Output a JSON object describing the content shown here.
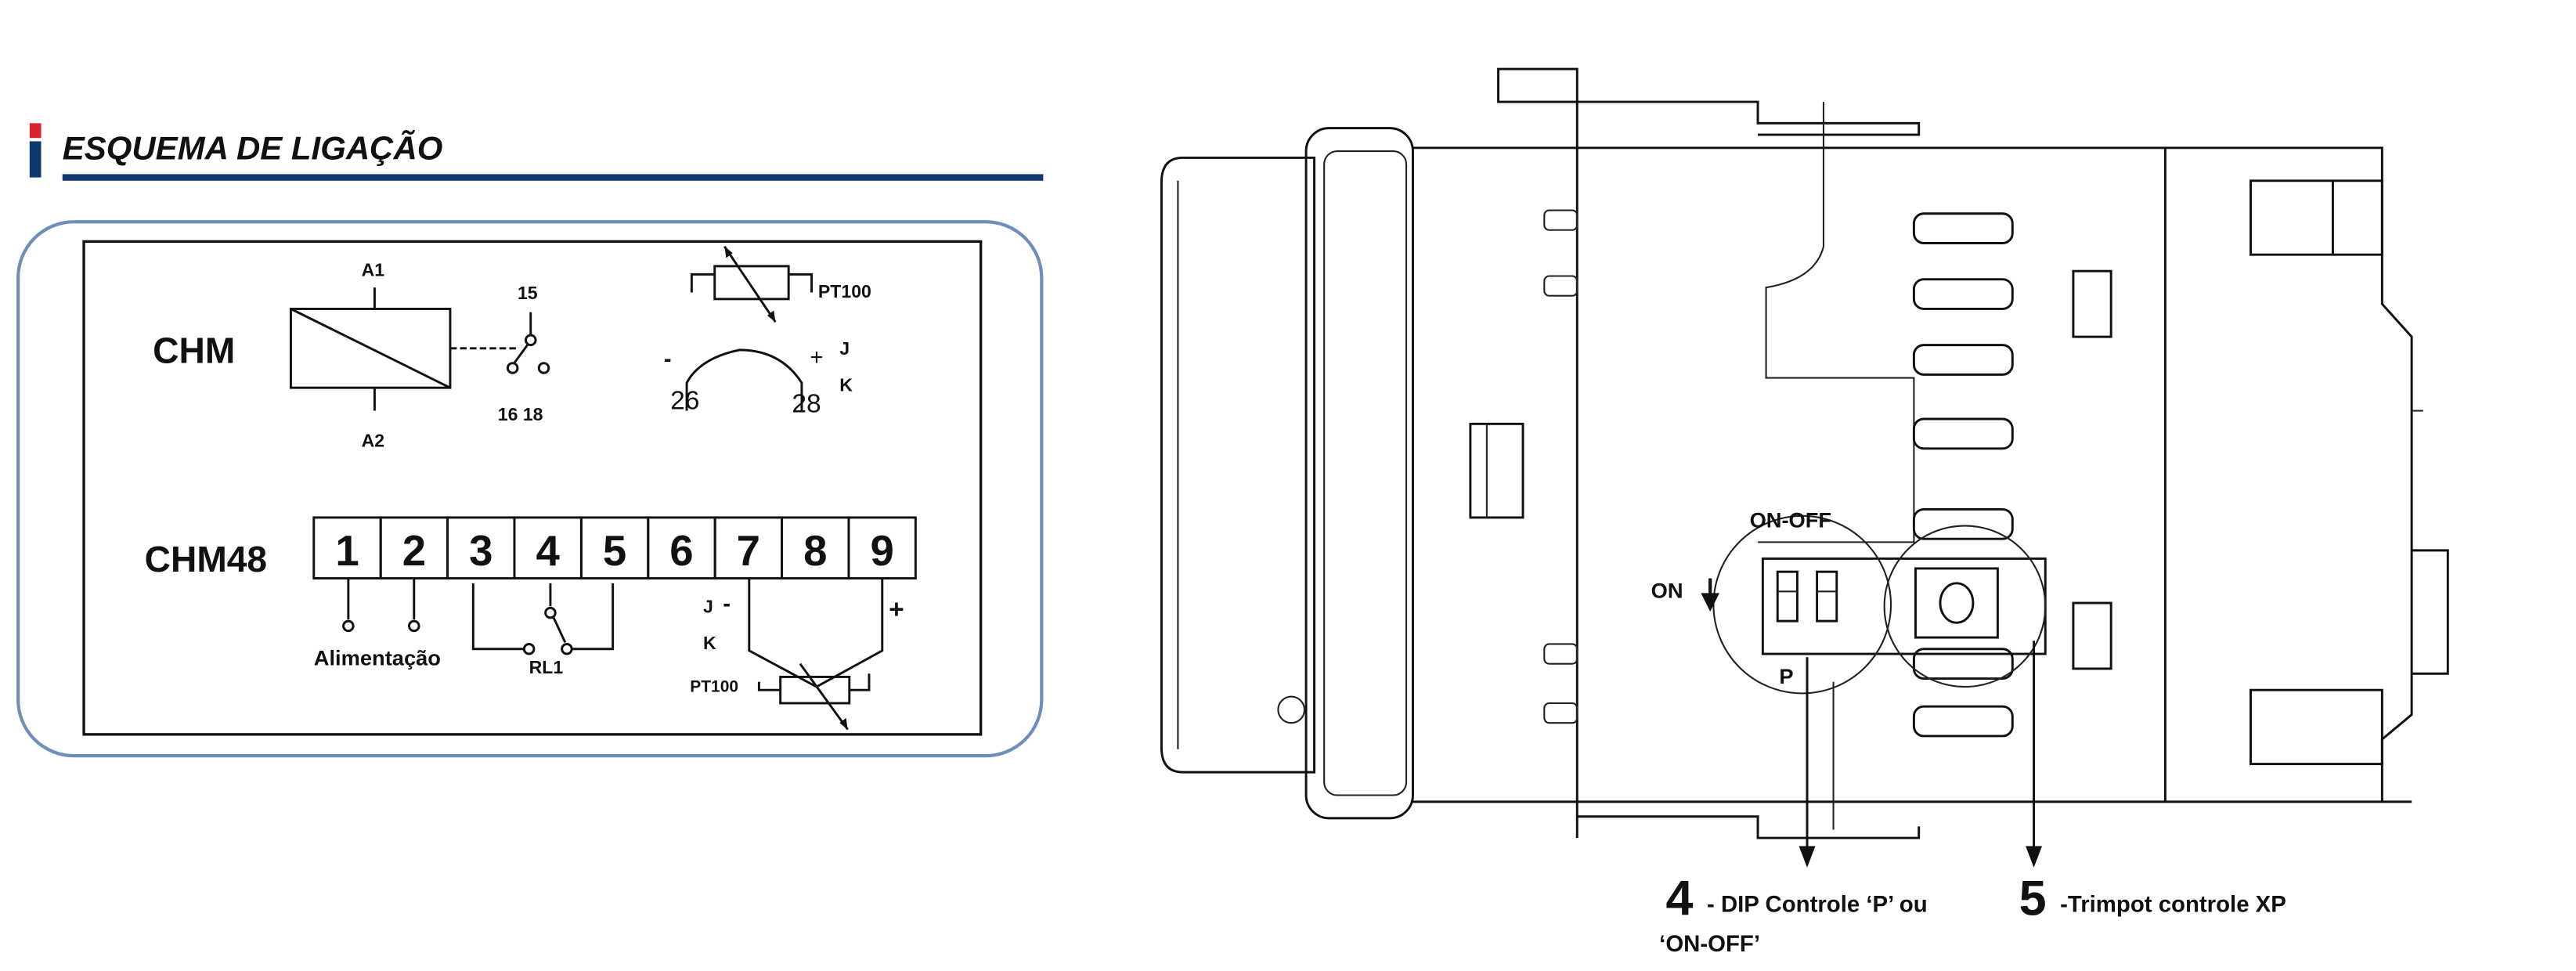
{
  "section": {
    "title": "ESQUEMA DE LIGAÇÃO",
    "accent_colors": {
      "red": "#d8232a",
      "navy": "#0d3a6b",
      "frame": "#6f8fba"
    }
  },
  "chm": {
    "label": "CHM",
    "coil_top": "A1",
    "coil_bottom": "A2",
    "contact_common": "15",
    "contacts": "16 18",
    "sensor_label": "PT100",
    "minus": "-",
    "plus": "+",
    "tc_j": "J",
    "tc_k": "K",
    "term_minus": "26",
    "term_plus": "28"
  },
  "chm48": {
    "label": "CHM48",
    "terminals": [
      "1",
      "2",
      "3",
      "4",
      "5",
      "6",
      "7",
      "8",
      "9"
    ],
    "power_label": "Alimentação",
    "relay_label": "RL1",
    "tc_j": "J",
    "tc_k": "K",
    "minus": "-",
    "plus": "+",
    "sensor_label": "PT100"
  },
  "device": {
    "dip_top_label": "ON-OFF",
    "dip_on_label": "ON",
    "dip_bottom_label": "P",
    "callout4_number": "4",
    "callout4_text": "- DIP Controle ‘P’ ou",
    "callout4_text2": "‘ON-OFF’",
    "callout5_number": "5",
    "callout5_text": "-Trimpot controle XP"
  }
}
